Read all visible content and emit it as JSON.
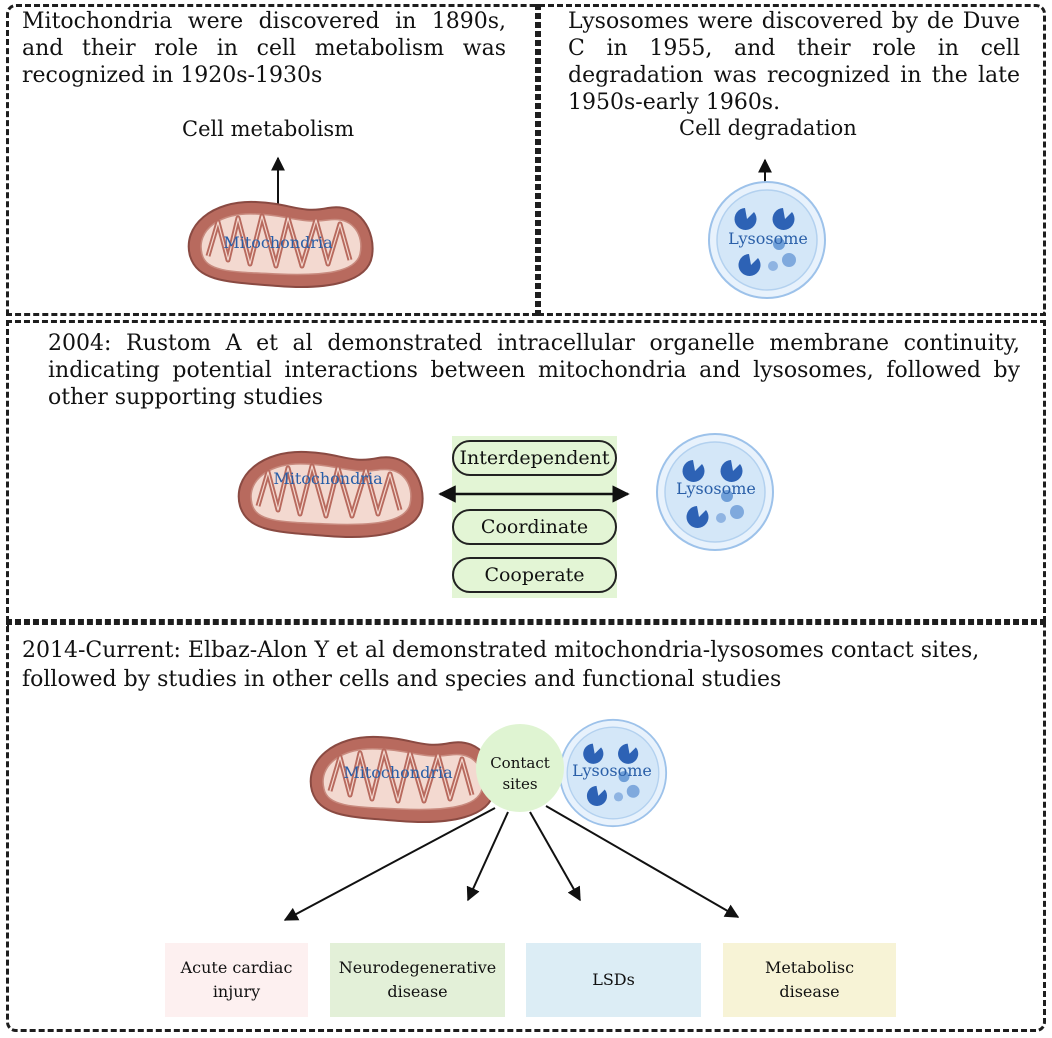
{
  "panels": {
    "top_left": {
      "text": "Mitochondria were discovered in 1890s, and their role in cell metabolism was recognized in 1920s-1930s",
      "label": "Cell metabolism",
      "organelle": "Mitochondria"
    },
    "top_right": {
      "text": "Lysosomes were discovered by de Duve C in 1955, and their role in cell degradation was recognized in the late 1950s-early 1960s.",
      "label": "Cell degradation",
      "organelle": "Lysosome"
    },
    "middle": {
      "text": "2004: Rustom A et al demonstrated intracellular organelle membrane  continuity, indicating potential interactions between mitochondria and lysosomes, followed by other supporting studies",
      "mito": "Mitochondria",
      "lyso": "Lysosome",
      "relations": [
        "Interdependent",
        "Coordinate",
        "Cooperate"
      ]
    },
    "bottom": {
      "line1": "2014-Current:  Elbaz-Alon Y et al demonstrated mitochondria-lysosomes contact sites,",
      "line2": "followed by studies in  other cells and species and  functional studies",
      "mito": "Mitochondria",
      "lyso": "Lysosome",
      "contact_line1": "Contact",
      "contact_line2": "sites",
      "diseases": [
        {
          "line1": "Acute cardiac",
          "line2": "injury",
          "color": "#fdf0f0"
        },
        {
          "line1": "Neurodegenerative",
          "line2": "disease",
          "color": "#e3f0d8"
        },
        {
          "line1": "LSDs",
          "line2": "",
          "color": "#dcedf5"
        },
        {
          "line1": "Metabolisc",
          "line2": "disease",
          "color": "#f7f3d6"
        }
      ]
    }
  },
  "colors": {
    "mito_outer": "#b86a5e",
    "mito_inner": "#f3d9d0",
    "lyso_fill": "#d6e8f8",
    "enzyme": "#2d62b5",
    "contact": "#dff4d2",
    "pill_bg": "#e3f5d5"
  }
}
